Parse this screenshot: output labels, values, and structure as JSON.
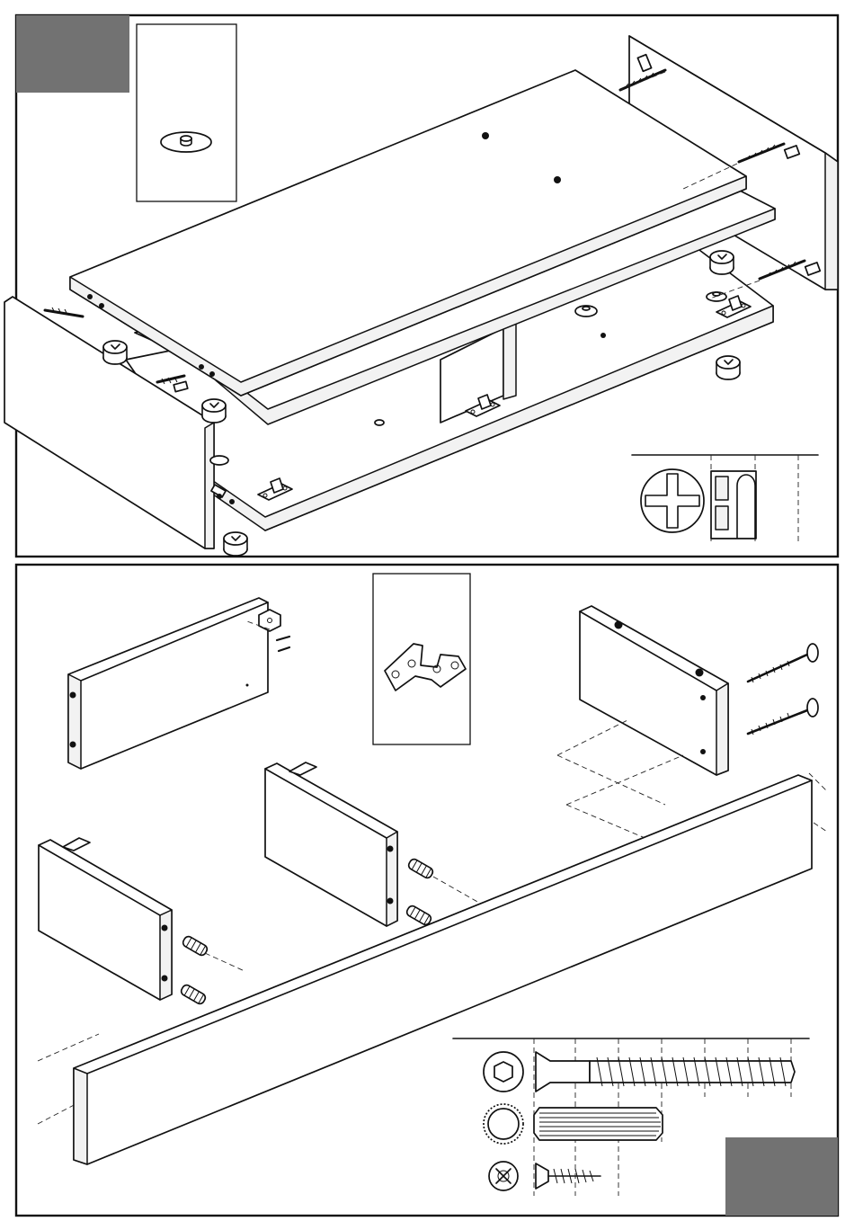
{
  "colors": {
    "step_badge": "#727272",
    "line": "#111111",
    "panel_fill": "#ffffff",
    "background": "#ffffff"
  },
  "panels": [
    {
      "id": "top",
      "step_badge": {
        "text": ""
      },
      "inset_part": "cam-lock-disc-icon",
      "tool": "phillips-screwdriver-icon",
      "parts": [
        "shelf-board",
        "top-board",
        "base-board",
        "side-panel-left",
        "side-panel-right",
        "divider",
        "cam-lock",
        "cam-bolt",
        "dowel",
        "hinge-plate"
      ]
    },
    {
      "id": "bottom",
      "step_badge": {
        "text": ""
      },
      "inset_part": "angle-bracket-icon",
      "fasteners": [
        "confirmat-screw-icon",
        "wooden-dowel-icon",
        "wood-screw-icon"
      ],
      "parts": [
        "back-board",
        "support-board-left",
        "support-board-center",
        "support-board-top-left",
        "end-board-right",
        "angle-bracket"
      ]
    }
  ]
}
